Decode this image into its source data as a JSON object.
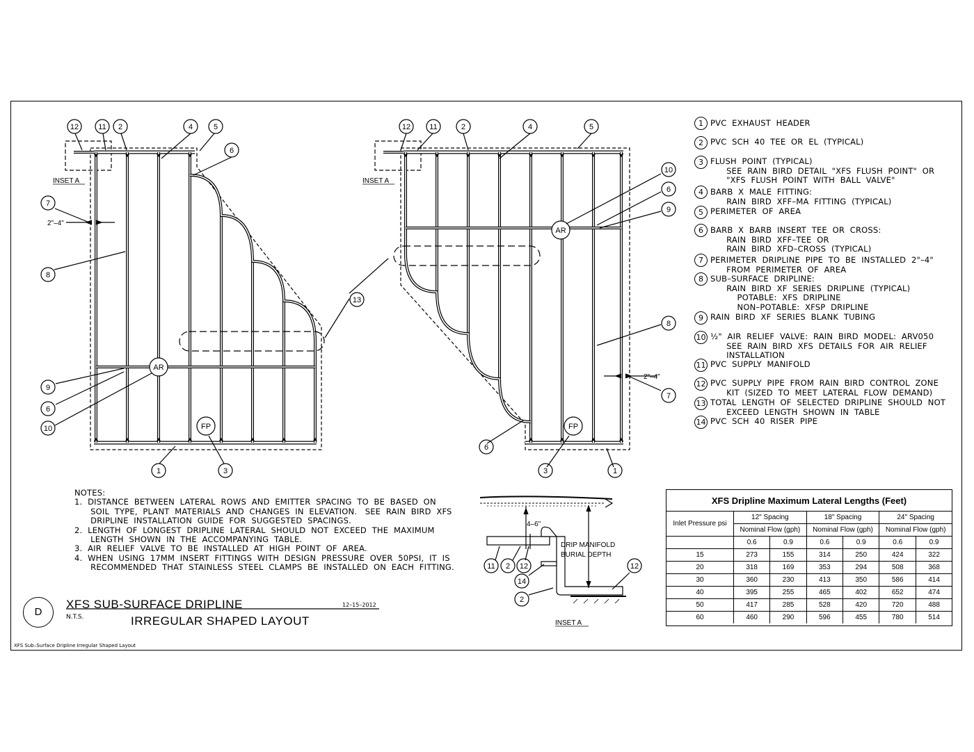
{
  "callouts": {
    "c1": "1",
    "c2": "2",
    "c3": "3",
    "c4": "4",
    "c5": "5",
    "c6": "6",
    "c7": "7",
    "c8": "8",
    "c9": "9",
    "c10": "10",
    "c11": "11",
    "c12": "12",
    "c13": "13",
    "c14": "14"
  },
  "labels": {
    "inset_a": "INSET A",
    "ar": "AR",
    "fp": "FP",
    "spacing": "2\"–4\"",
    "riser_depth": "4–6\"",
    "drip_manifold": "DRIP MANIFOLD",
    "burial_depth": "BURIAL DEPTH"
  },
  "legend": [
    {
      "num": "1",
      "text": "PVC  EXHAUST  HEADER"
    },
    {
      "num": "2",
      "text": "PVC  SCH  40  TEE  OR  EL  (TYPICAL)"
    },
    {
      "num": "3",
      "text": "FLUSH  POINT  (TYPICAL)\n      SEE  RAIN  BIRD  DETAIL  \"XFS  FLUSH  POINT\"  OR\n      \"XFS  FLUSH  POINT  WITH  BALL  VALVE\""
    },
    {
      "num": "4",
      "text": "BARB  X  MALE  FITTING:\n      RAIN  BIRD  XFF–MA  FITTING  (TYPICAL)"
    },
    {
      "num": "5",
      "text": "PERIMETER  OF  AREA"
    },
    {
      "num": "6",
      "text": "BARB  X  BARB  INSERT  TEE  OR  CROSS:\n      RAIN  BIRD  XFF–TEE  OR\n      RAIN  BIRD  XFD–CROSS  (TYPICAL)"
    },
    {
      "num": "7",
      "text": "PERIMETER  DRIPLINE  PIPE  TO  BE  INSTALLED  2\"–4\"\n      FROM  PERIMETER  OF  AREA"
    },
    {
      "num": "8",
      "text": "SUB–SURFACE  DRIPLINE:\n      RAIN  BIRD  XF  SERIES  DRIPLINE  (TYPICAL)\n          POTABLE:  XFS  DRIPLINE\n          NON–POTABLE:  XFSP  DRIPLINE"
    },
    {
      "num": "9",
      "text": "RAIN  BIRD  XF  SERIES  BLANK  TUBING"
    },
    {
      "num": "10",
      "text": "½\"  AIR  RELIEF  VALVE:  RAIN  BIRD  MODEL:  ARV050\n      SEE  RAIN  BIRD  XFS  DETAILS  FOR  AIR  RELIEF\n      INSTALLATION"
    },
    {
      "num": "11",
      "text": "PVC  SUPPLY  MANIFOLD"
    },
    {
      "num": "12",
      "text": "PVC  SUPPLY  PIPE  FROM  RAIN  BIRD  CONTROL  ZONE\n      KIT  (SIZED  TO  MEET  LATERAL  FLOW  DEMAND)"
    },
    {
      "num": "13",
      "text": "TOTAL  LENGTH  OF  SELECTED  DRIPLINE  SHOULD  NOT\n      EXCEED  LENGTH  SHOWN  IN  TABLE"
    },
    {
      "num": "14",
      "text": "PVC  SCH  40  RISER  PIPE"
    }
  ],
  "notes": "NOTES:\n1.  DISTANCE  BETWEEN  LATERAL  ROWS  AND  EMITTER  SPACING  TO  BE  BASED  ON\n      SOIL  TYPE,  PLANT  MATERIALS  AND  CHANGES  IN  ELEVATION.   SEE  RAIN  BIRD  XFS\n      DRIPLINE  INSTALLATION  GUIDE  FOR  SUGGESTED  SPACINGS.\n2.  LENGTH  OF  LONGEST  DRIPLINE  LATERAL  SHOULD  NOT  EXCEED  THE  MAXIMUM\n      LENGTH  SHOWN  IN  THE  ACCOMPANYING  TABLE.\n3.  AIR  RELIEF  VALVE  TO  BE  INSTALLED  AT  HIGH  POINT  OF  AREA.\n4.  WHEN  USING  17MM  INSERT  FITTINGS  WITH  DESIGN  PRESSURE  OVER  50PSI,  IT  IS\n      RECOMMENDED  THAT  STAINLESS  STEEL  CLAMPS  BE  INSTALLED  ON  EACH  FITTING.",
  "title_block": {
    "letter": "D",
    "title1": "XFS SUB-SURFACE DRIPLINE",
    "title2": "IRREGULAR SHAPED LAYOUT",
    "nts": "N.T.S.",
    "date": "12–15–2012"
  },
  "footer_caption": "XFS  Sub–Surface  Dripline  Irregular  Shaped  Layout",
  "table": {
    "title": "XFS Dripline Maximum Lateral Lengths (Feet)",
    "spacings": [
      "12\" Spacing",
      "18\" Spacing",
      "24\" Spacing"
    ],
    "pressure_header": "Inlet Pressure psi",
    "flow_header": "Nominal Flow (gph)",
    "flows": [
      "0.6",
      "0.9",
      "0.6",
      "0.9",
      "0.6",
      "0.9"
    ],
    "rows": [
      [
        "15",
        "273",
        "155",
        "314",
        "250",
        "424",
        "322"
      ],
      [
        "20",
        "318",
        "169",
        "353",
        "294",
        "508",
        "368"
      ],
      [
        "30",
        "360",
        "230",
        "413",
        "350",
        "586",
        "414"
      ],
      [
        "40",
        "395",
        "255",
        "465",
        "402",
        "652",
        "474"
      ],
      [
        "50",
        "417",
        "285",
        "528",
        "420",
        "720",
        "488"
      ],
      [
        "60",
        "460",
        "290",
        "596",
        "455",
        "780",
        "514"
      ]
    ]
  }
}
